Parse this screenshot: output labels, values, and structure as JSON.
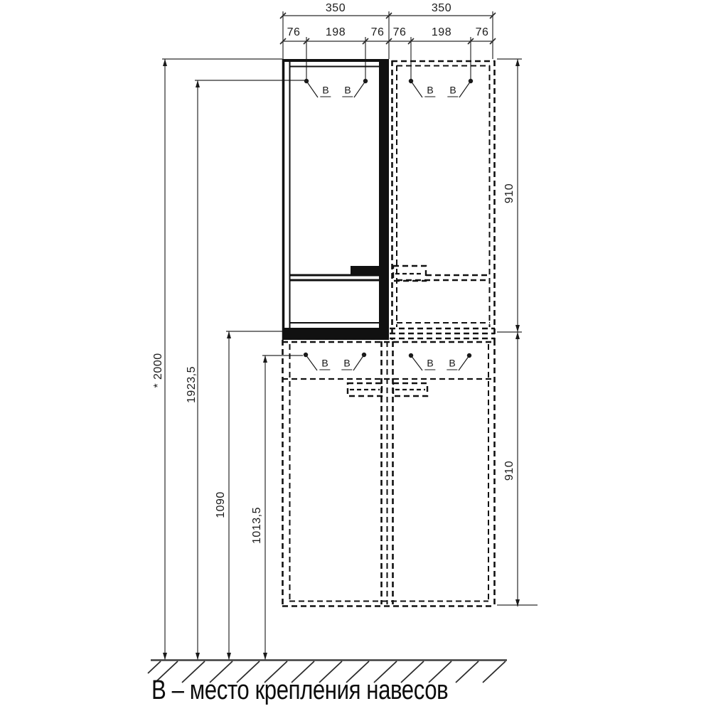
{
  "dims": {
    "overall_widths": [
      "350",
      "350"
    ],
    "width_details": [
      "76",
      "198",
      "76",
      "76",
      "198",
      "76"
    ],
    "heights": {
      "total": "* 2000",
      "upper_mount": "1923,5",
      "mid": "1090",
      "lower_mount": "1013,5",
      "section_upper": "910",
      "section_lower": "910"
    }
  },
  "marker": {
    "label": "В"
  },
  "caption": "В – место крепления навесов",
  "colors": {
    "ink": "#1c1c1c",
    "ground": "#3f3f3f",
    "background": "#ffffff"
  }
}
